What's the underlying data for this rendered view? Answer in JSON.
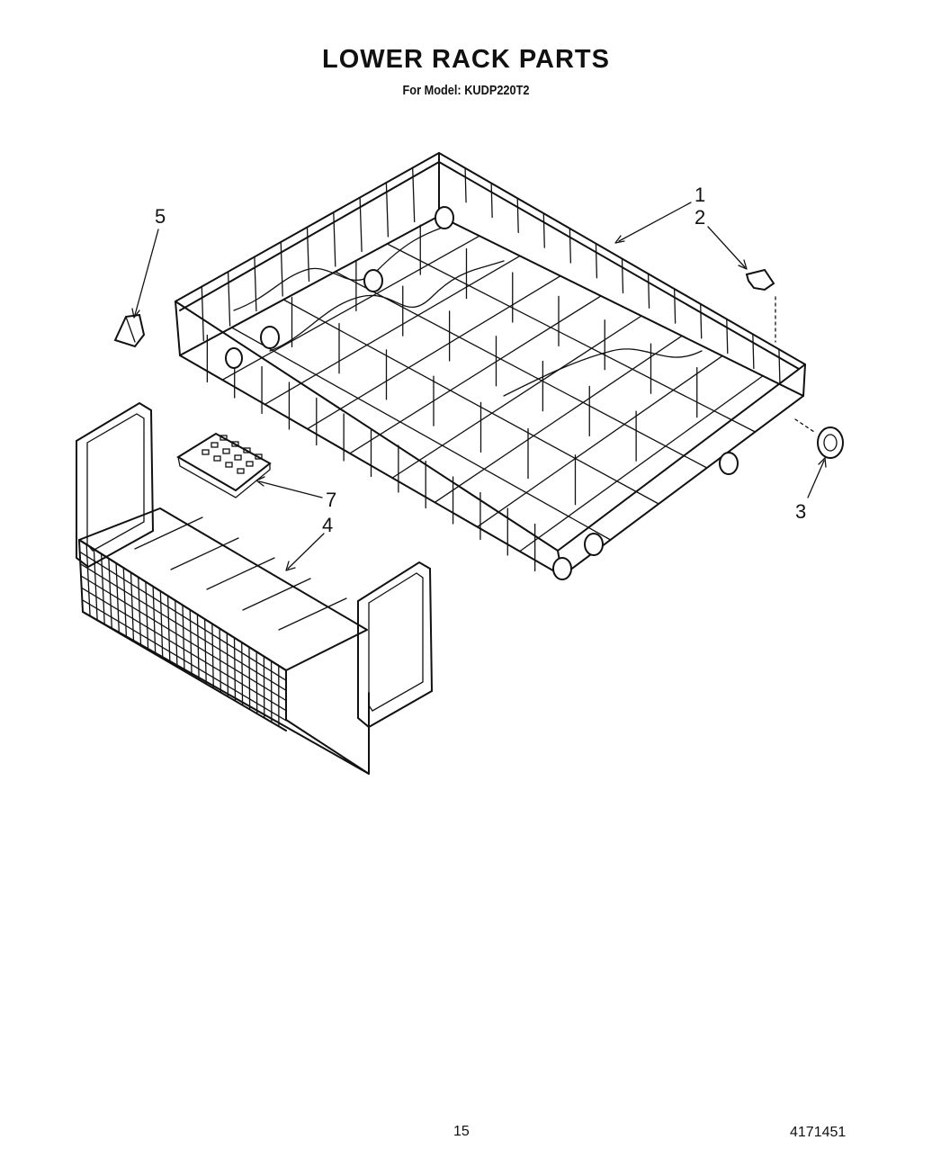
{
  "header": {
    "title": "LOWER RACK PARTS",
    "subtitle": "For Model: KUDP220T2"
  },
  "callouts": [
    {
      "id": "1",
      "label": "1"
    },
    {
      "id": "2",
      "label": "2"
    },
    {
      "id": "3",
      "label": "3"
    },
    {
      "id": "4",
      "label": "4"
    },
    {
      "id": "5",
      "label": "5"
    },
    {
      "id": "7",
      "label": "7"
    }
  ],
  "footer": {
    "page_number": "15",
    "doc_number": "4171451"
  }
}
